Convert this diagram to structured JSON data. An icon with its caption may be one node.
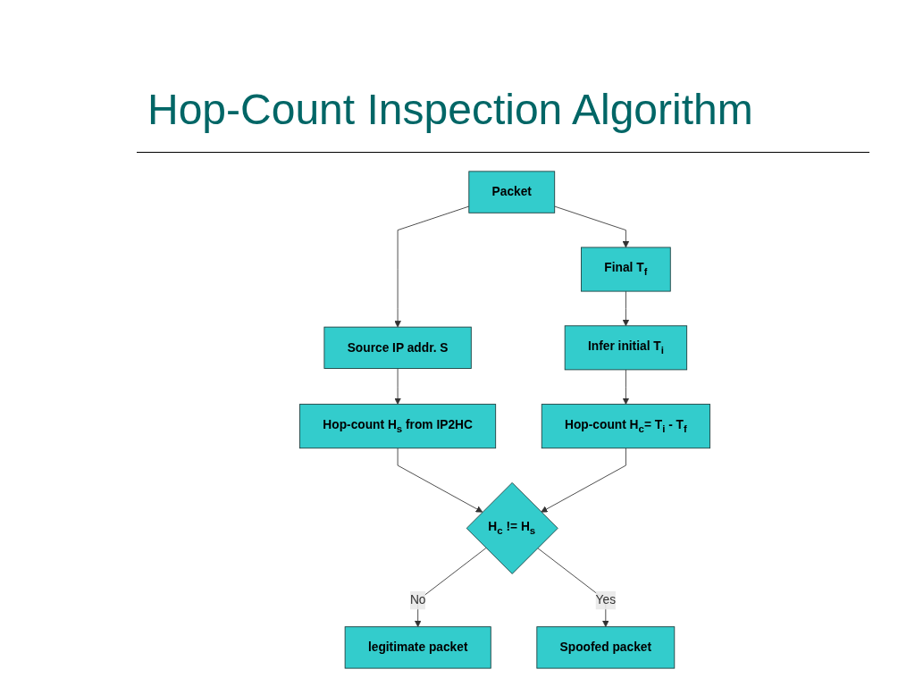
{
  "diagram": {
    "title": "Hop-Count Inspection Algorithm",
    "nodes": [
      {
        "text": [
          "Packet"
        ]
      },
      {
        "text": [
          "Source IP addr. S"
        ]
      },
      {
        "text": [
          "Final T$_{f}$"
        ]
      },
      {
        "text": [
          "Hop-count H$_{s}$ from IP2HC"
        ]
      },
      {
        "text": [
          "Infer initial T$_{i}$"
        ]
      },
      {
        "text": [
          "Hop-count H$_{c}$= T$_{i}$ - T$_{f}$"
        ]
      },
      {
        "text": [
          "H$_{c}$ != H$_{s}$"
        ]
      },
      {
        "text": [
          "legitimate packet"
        ]
      },
      {
        "text": [
          "Spoofed packet"
        ]
      }
    ],
    "edges": [
      {
        "from": 0,
        "to": 1,
        "arrow": "to"
      },
      {
        "from": 0,
        "to": 2,
        "arrow": "to"
      },
      {
        "from": 1,
        "to": 3,
        "arrow": "to"
      },
      {
        "from": 2,
        "to": 4,
        "arrow": "to"
      },
      {
        "from": 4,
        "to": 5,
        "arrow": "to"
      },
      {
        "from": 3,
        "to": 6,
        "arrow": "to"
      },
      {
        "from": 5,
        "to": 6,
        "arrow": "to"
      },
      {
        "from": 6,
        "to": 7,
        "arrow": "to",
        "label": "No"
      },
      {
        "from": 6,
        "to": 8,
        "arrow": "to",
        "label": "Yes"
      }
    ]
  }
}
